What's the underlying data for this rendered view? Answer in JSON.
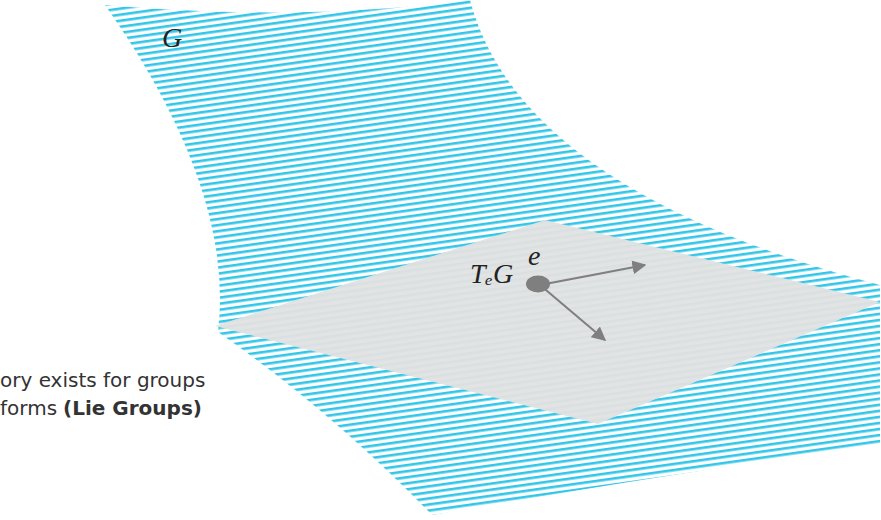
{
  "diagram": {
    "labels": [
      "G",
      "TₑG",
      "e",
      "ory exists for groups",
      "forms",
      "(Lie Groups)"
    ]
  }
}
